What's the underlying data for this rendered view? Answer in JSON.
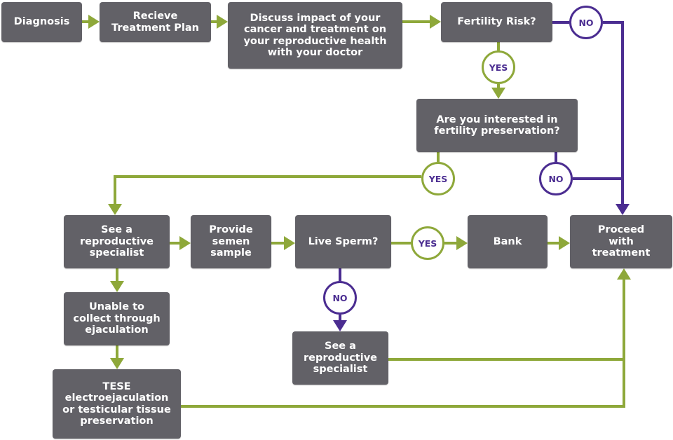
{
  "colors": {
    "box_fill": "#626167",
    "box_text": "#ffffff",
    "yes_line": "#8ea83a",
    "no_line": "#4b2d91",
    "circle_text": "#4b2d91"
  },
  "nodes": [
    {
      "id": "diagnosis",
      "label": "Diagnosis"
    },
    {
      "id": "treatment_plan",
      "label": "Recieve\nTreatment Plan"
    },
    {
      "id": "discuss",
      "label": "Discuss impact of your\ncancer and treatment on\nyour reproductive health\nwith your doctor"
    },
    {
      "id": "fertility_risk",
      "label": "Fertility Risk?"
    },
    {
      "id": "interested",
      "label": "Are you interested in\nfertility preservation?"
    },
    {
      "id": "see_specialist_1",
      "label": "See a\nreproductive\nspecialist"
    },
    {
      "id": "provide_sample",
      "label": "Provide\nsemen\nsample"
    },
    {
      "id": "live_sperm",
      "label": "Live Sperm?"
    },
    {
      "id": "bank",
      "label": "Bank"
    },
    {
      "id": "proceed",
      "label": "Proceed\nwith\ntreatment"
    },
    {
      "id": "unable_collect",
      "label": "Unable to\ncollect through\nejaculation"
    },
    {
      "id": "tese",
      "label": "TESE\nelectroejaculation\nor testicular tissue\npreservation"
    },
    {
      "id": "see_specialist_2",
      "label": "See a\nreproductive\nspecialist"
    }
  ],
  "decisions": [
    {
      "id": "risk_no",
      "label": "NO",
      "kind": "no"
    },
    {
      "id": "risk_yes",
      "label": "YES",
      "kind": "yes"
    },
    {
      "id": "interest_yes",
      "label": "YES",
      "kind": "yes"
    },
    {
      "id": "interest_no",
      "label": "NO",
      "kind": "no"
    },
    {
      "id": "sperm_yes",
      "label": "YES",
      "kind": "yes"
    },
    {
      "id": "sperm_no",
      "label": "NO",
      "kind": "no"
    }
  ],
  "edges": [
    {
      "from": "diagnosis",
      "to": "treatment_plan",
      "kind": "yes"
    },
    {
      "from": "treatment_plan",
      "to": "discuss",
      "kind": "yes"
    },
    {
      "from": "discuss",
      "to": "fertility_risk",
      "kind": "yes"
    },
    {
      "from": "fertility_risk",
      "to": "interested",
      "via": "risk_yes",
      "kind": "yes"
    },
    {
      "from": "fertility_risk",
      "to": "proceed",
      "via": "risk_no",
      "kind": "no"
    },
    {
      "from": "interested",
      "to": "see_specialist_1",
      "via": "interest_yes",
      "kind": "yes"
    },
    {
      "from": "interested",
      "to": "proceed",
      "via": "interest_no",
      "kind": "no"
    },
    {
      "from": "see_specialist_1",
      "to": "provide_sample",
      "kind": "yes"
    },
    {
      "from": "provide_sample",
      "to": "live_sperm",
      "kind": "yes"
    },
    {
      "from": "live_sperm",
      "to": "bank",
      "via": "sperm_yes",
      "kind": "yes"
    },
    {
      "from": "bank",
      "to": "proceed",
      "kind": "yes"
    },
    {
      "from": "live_sperm",
      "to": "see_specialist_2",
      "via": "sperm_no",
      "kind": "no"
    },
    {
      "from": "see_specialist_1",
      "to": "unable_collect",
      "kind": "yes"
    },
    {
      "from": "unable_collect",
      "to": "tese",
      "kind": "yes"
    },
    {
      "from": "see_specialist_2",
      "to": "proceed",
      "kind": "yes"
    },
    {
      "from": "tese",
      "to": "proceed",
      "kind": "yes"
    }
  ]
}
